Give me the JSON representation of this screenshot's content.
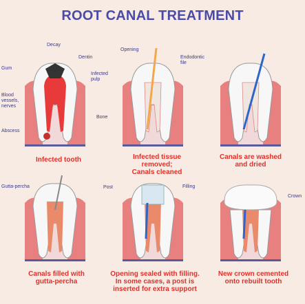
{
  "title": "ROOT CANAL TREATMENT",
  "colors": {
    "title": "#4a4aa8",
    "caption": "#e0302a",
    "label": "#3a3a88",
    "gum": "#e88080",
    "enamel": "#f7f7f7",
    "pulp": "#e83a3a",
    "bone": "#f2d9d9",
    "gutta": "#e98a6a",
    "filling": "#d8e7f2",
    "instrument": "#2e65c8",
    "file": "#f3a64a"
  },
  "panels": [
    {
      "caption": "Infected tooth",
      "labels": {
        "decay": "Decay",
        "dentin": "Dentin",
        "infected_pulp": "Infected\npulp",
        "gum": "Gum",
        "blood": "Blood\nvessels,\nnerves",
        "bone": "Bone",
        "abscess": "Abscess"
      }
    },
    {
      "caption": "Infected tissue\nremoved;\nCanals cleaned",
      "labels": {
        "opening": "Opening",
        "endo_file": "Endodontic\nfile"
      }
    },
    {
      "caption": "Canals are  washed\nand dried",
      "labels": {}
    },
    {
      "caption": "Canals filled with\ngutta-percha",
      "labels": {
        "gutta": "Gutta-percha"
      }
    },
    {
      "caption": "Opening sealed with filling.\nIn some cases, a post is\ninserted for extra support",
      "labels": {
        "post": "Post",
        "filling": "Filling"
      }
    },
    {
      "caption": "New crown cemented\nonto rebuilt tooth",
      "labels": {
        "crown": "Crown"
      }
    }
  ]
}
